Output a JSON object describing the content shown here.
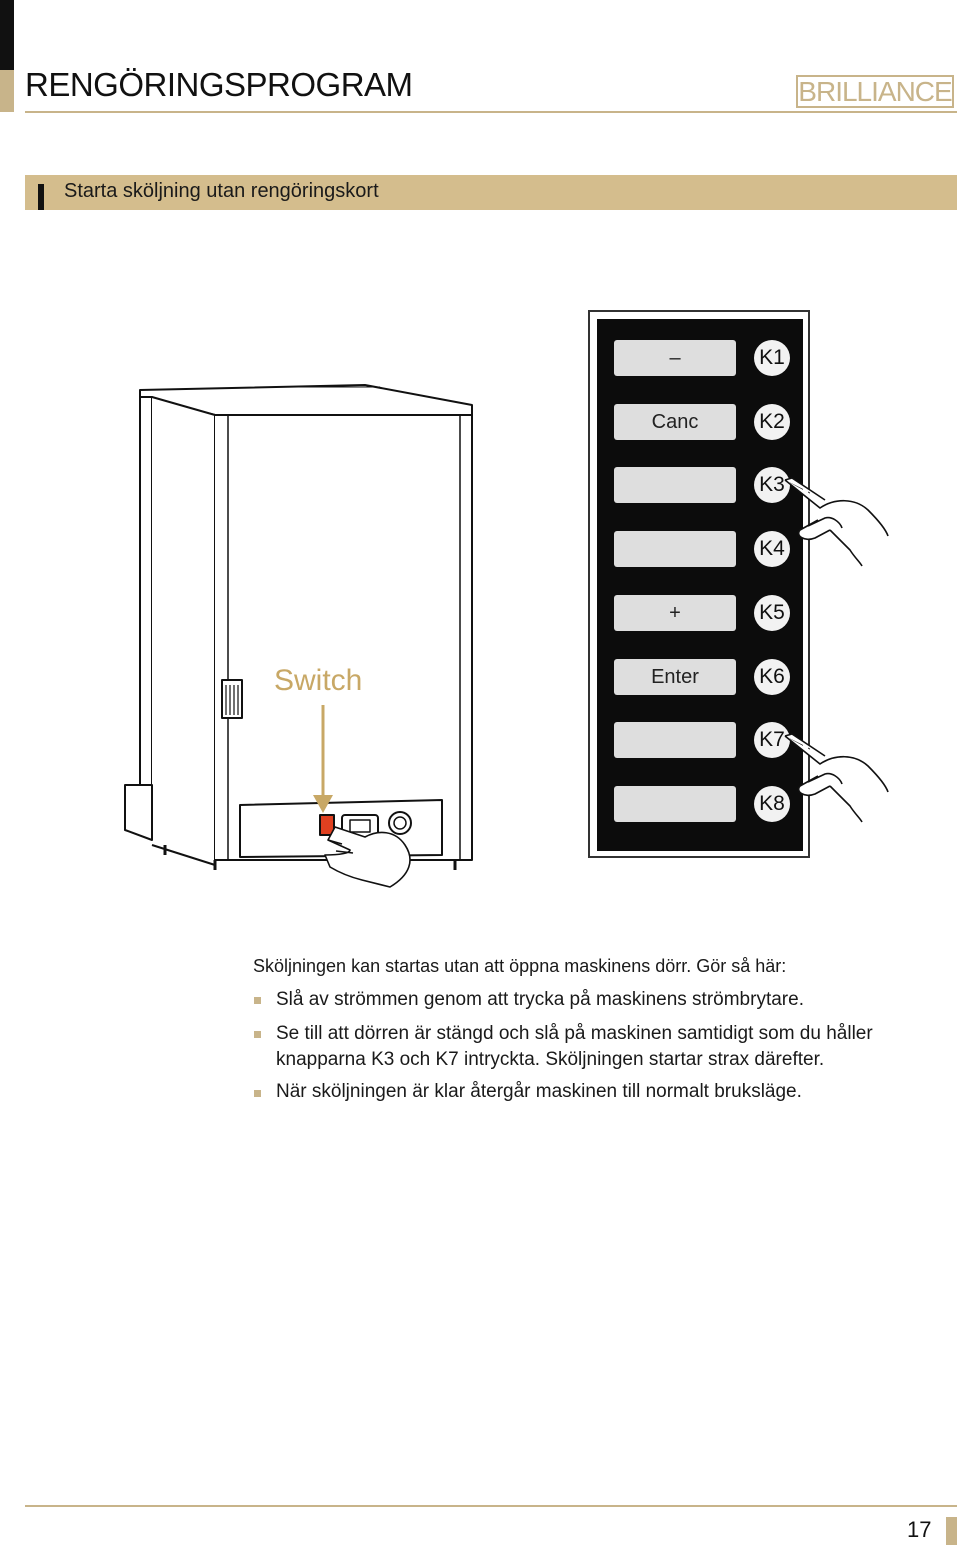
{
  "header": {
    "title": "RENGÖRINGSPROGRAM",
    "brand": "BRILLIANCE"
  },
  "section": {
    "title": "Starta sköljning utan rengöringskort"
  },
  "illustration": {
    "switch_label": "Switch",
    "panel_buttons": [
      {
        "label": "–",
        "key": "K1"
      },
      {
        "label": "Canc",
        "key": "K2"
      },
      {
        "label": "",
        "key": "K3"
      },
      {
        "label": "",
        "key": "K4"
      },
      {
        "label": "+",
        "key": "K5"
      },
      {
        "label": "Enter",
        "key": "K6"
      },
      {
        "label": "",
        "key": "K7"
      },
      {
        "label": "",
        "key": "K8"
      }
    ]
  },
  "body": {
    "intro": "Sköljningen kan startas utan att öppna maskinens dörr.  Gör så här:",
    "bullets": [
      "Slå av strömmen genom att trycka på maskinens strömbrytare.",
      "Se till att dörren är stängd och slå på maskinen samtidigt som du håller knapparna K3 och K7 intryckta. Sköljningen startar strax därefter.",
      "När sköljningen är klar återgår maskinen till normalt bruksläge."
    ]
  },
  "footer": {
    "page_number": "17"
  },
  "colors": {
    "accent_gold": "#c8b48a",
    "switch_label": "#c8a866",
    "panel_black": "#0c0c0c"
  }
}
